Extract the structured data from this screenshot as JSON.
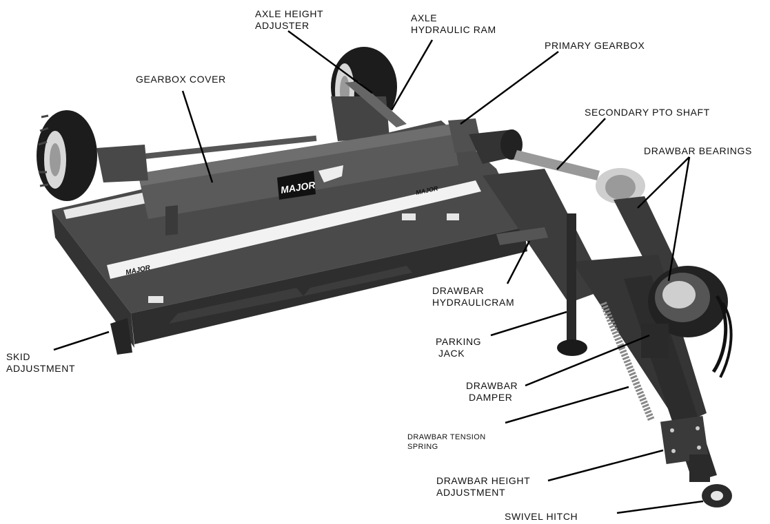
{
  "brand": {
    "deck_logo": "MAJOR",
    "front_strip_logo": "MAJOR",
    "rear_strip_logo": "MAJOR"
  },
  "labels": {
    "axle_height_adjuster": [
      "AXLE HEIGHT",
      "ADJUSTER"
    ],
    "axle_hydraulic_ram": [
      "AXLE",
      "HYDRAULIC RAM"
    ],
    "primary_gearbox": [
      "PRIMARY GEARBOX"
    ],
    "gearbox_cover": [
      "GEARBOX COVER"
    ],
    "secondary_pto_shaft": [
      "SECONDARY PTO SHAFT"
    ],
    "drawbar_bearings": [
      "DRAWBAR BEARINGS"
    ],
    "drawbar_hydraulic_ram": [
      "DRAWBAR",
      "HYDRAULICRAM"
    ],
    "parking_jack": [
      "PARKING",
      "JACK"
    ],
    "skid_adjustment": [
      "SKID",
      "ADJUSTMENT"
    ],
    "drawbar_damper": [
      "DRAWBAR",
      "DAMPER"
    ],
    "drawbar_tension_spring": [
      "DRAWBAR TENSION",
      "SPRING"
    ],
    "drawbar_height_adjustment": [
      "DRAWBAR HEIGHT",
      "ADJUSTMENT"
    ],
    "swivel_hitch": [
      "SWIVEL HITCH"
    ]
  },
  "colors": {
    "paint_dark": "#3a3a3a",
    "paint_mid": "#555555",
    "paint_light": "#777777",
    "stripe": "#f2f2f2",
    "tyre": "#1c1c1c"
  }
}
